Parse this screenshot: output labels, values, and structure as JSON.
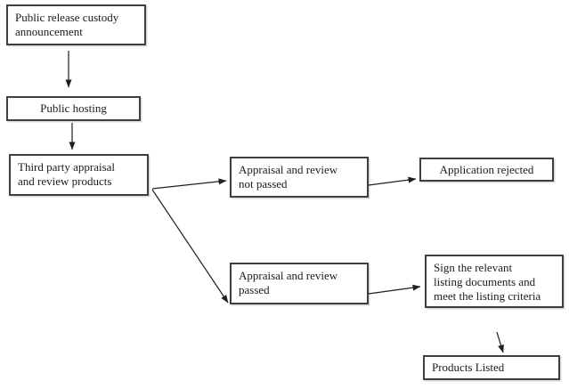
{
  "diagram": {
    "type": "flowchart",
    "colors": {
      "background": "#ffffff",
      "box_fill": "#ffffff",
      "box_border": "#3f3f3f",
      "arrow": "#1f1f1f",
      "text": "#1b1b1b"
    },
    "nodes": {
      "announcement": {
        "lines": [
          "Public release custody",
          "announcement"
        ]
      },
      "hosting": {
        "lines": [
          "Public hosting"
        ]
      },
      "third_party": {
        "lines": [
          "Third party appraisal",
          "and review products"
        ]
      },
      "not_passed": {
        "lines": [
          "Appraisal and review",
          "not passed"
        ]
      },
      "rejected": {
        "lines": [
          "Application rejected"
        ]
      },
      "passed": {
        "lines": [
          "Appraisal and review",
          "passed"
        ]
      },
      "sign": {
        "lines": [
          "Sign the relevant",
          "listing documents and",
          "meet the listing criteria"
        ]
      },
      "listed": {
        "lines": [
          "Products Listed"
        ]
      }
    },
    "edges": [
      {
        "from": "announcement",
        "to": "hosting"
      },
      {
        "from": "hosting",
        "to": "third_party"
      },
      {
        "from": "third_party",
        "to": "not_passed"
      },
      {
        "from": "third_party",
        "to": "passed"
      },
      {
        "from": "not_passed",
        "to": "rejected"
      },
      {
        "from": "passed",
        "to": "sign"
      },
      {
        "from": "sign",
        "to": "listed"
      }
    ]
  }
}
